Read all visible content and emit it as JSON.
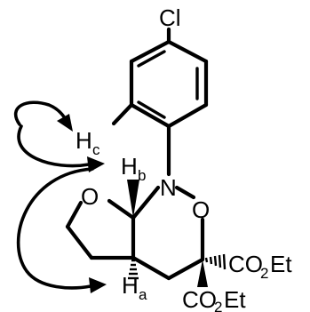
{
  "molecule": {
    "substituent": "Cl",
    "atoms": {
      "n1": "N",
      "o_ring": "O",
      "o_furan": "O"
    },
    "hydrogens": {
      "hb": {
        "symbol": "H",
        "subscript": "b"
      },
      "hc": {
        "symbol": "H",
        "subscript": "c"
      },
      "ha": {
        "symbol": "H",
        "subscript": "a"
      }
    },
    "esters": {
      "upper": {
        "prefix": "CO",
        "subscript": "2",
        "suffix": "Et"
      },
      "lower": {
        "prefix": "CO",
        "subscript": "2",
        "suffix": "Et"
      }
    }
  },
  "colors": {
    "ink": "#000000",
    "background": "#ffffff"
  }
}
